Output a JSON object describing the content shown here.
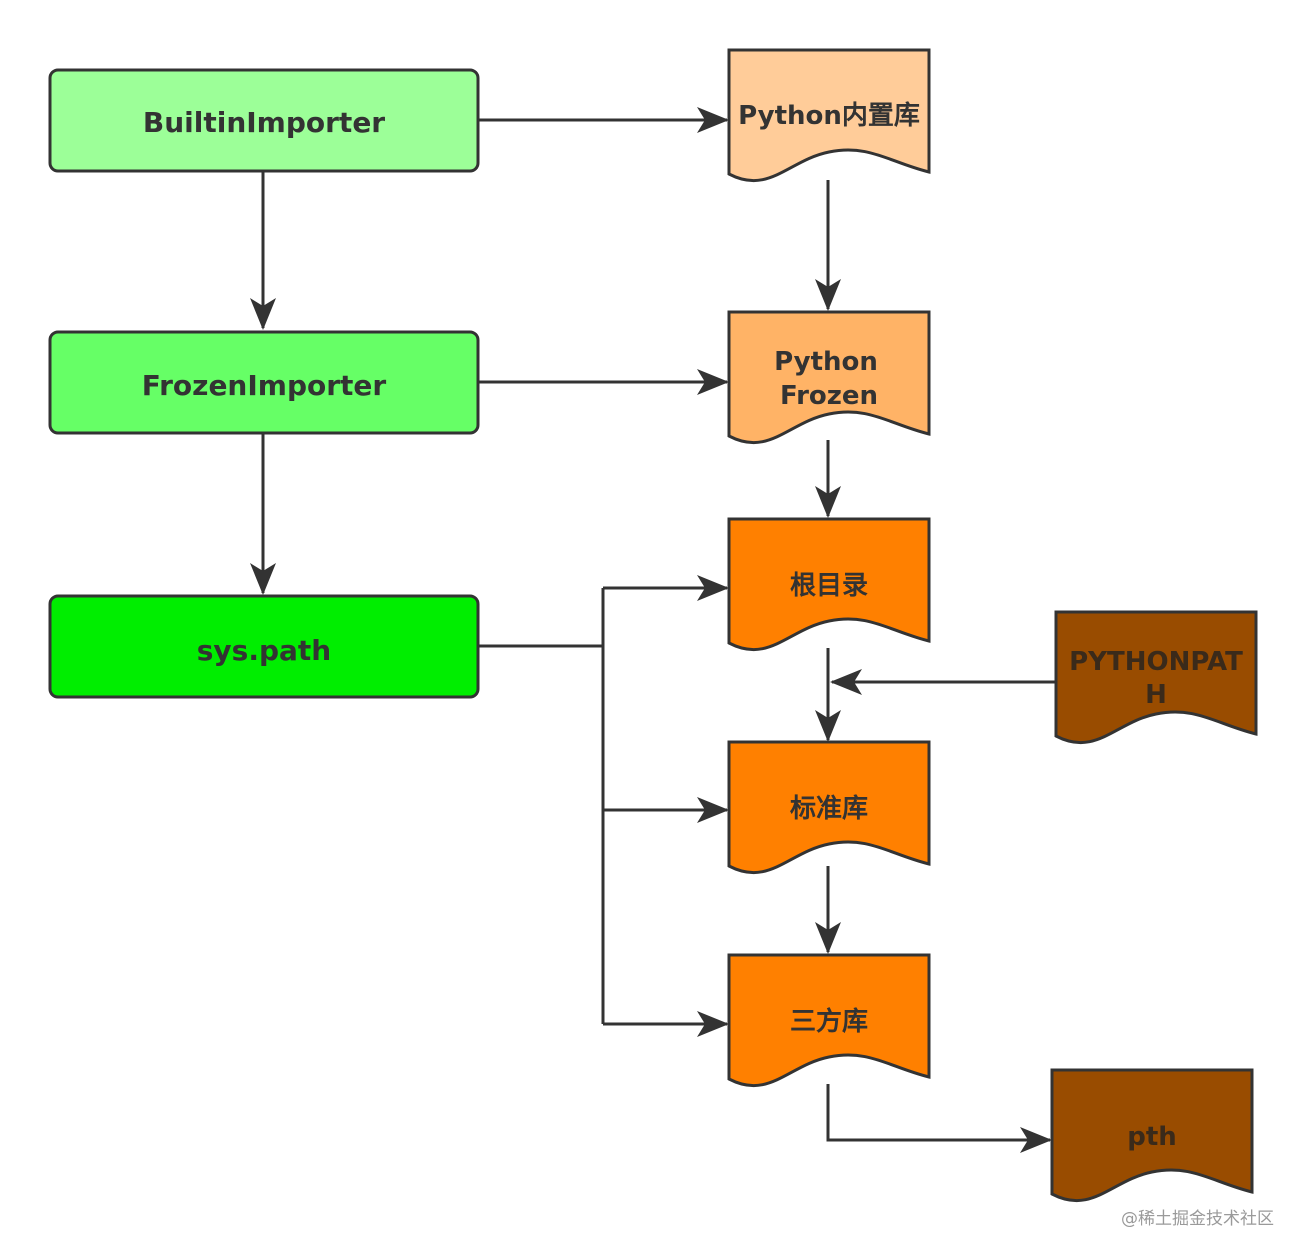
{
  "nodes": {
    "builtin": {
      "label": "BuiltinImporter",
      "color": "#9CFF98"
    },
    "frozen": {
      "label": "FrozenImporter",
      "color": "#66FF66"
    },
    "syspath": {
      "label": "sys.path",
      "color": "#00EE00"
    },
    "py_builtin_lib": {
      "label": "Python内置库",
      "color": "#FFCC99"
    },
    "py_frozen": {
      "line1": "Python",
      "line2": "Frozen",
      "color": "#FFB366"
    },
    "root_dir": {
      "label": "根目录",
      "color": "#FF8000"
    },
    "pythonpath": {
      "line1": "PYTHONPAT",
      "line2": "H",
      "color": "#994C00"
    },
    "stdlib": {
      "label": "标准库",
      "color": "#FF8000"
    },
    "thirdparty": {
      "label": "三方库",
      "color": "#FF8000"
    },
    "pth": {
      "label": "pth",
      "color": "#994C00"
    }
  },
  "watermark": "@稀土掘金技术社区",
  "colors": {
    "stroke": "#333333"
  }
}
